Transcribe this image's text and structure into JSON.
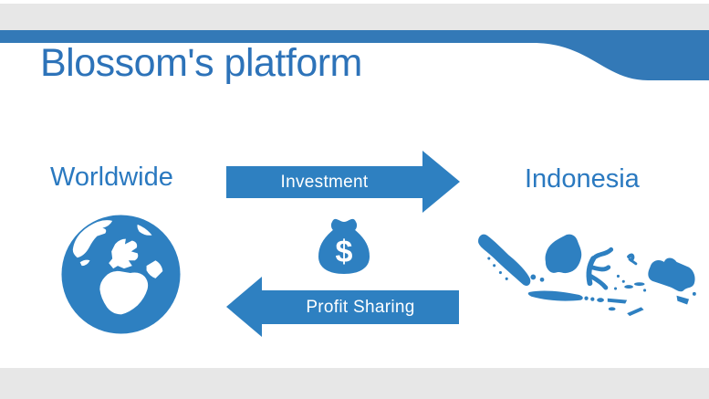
{
  "slide": {
    "title": "Blossom's platform",
    "source": {
      "label": "Worldwide"
    },
    "destination": {
      "label": "Indonesia"
    },
    "flows": {
      "investment": {
        "label": "Investment",
        "direction": "right"
      },
      "profit_sharing": {
        "label": "Profit Sharing",
        "direction": "left"
      }
    },
    "money_bag": {
      "symbol": "$"
    },
    "colors": {
      "page_gray": "#e7e7e7",
      "band_blue": "#3379b7",
      "graphic_blue": "#2e80c1",
      "title_blue": "#2d73b9",
      "label_blue": "#2a79c0"
    }
  }
}
